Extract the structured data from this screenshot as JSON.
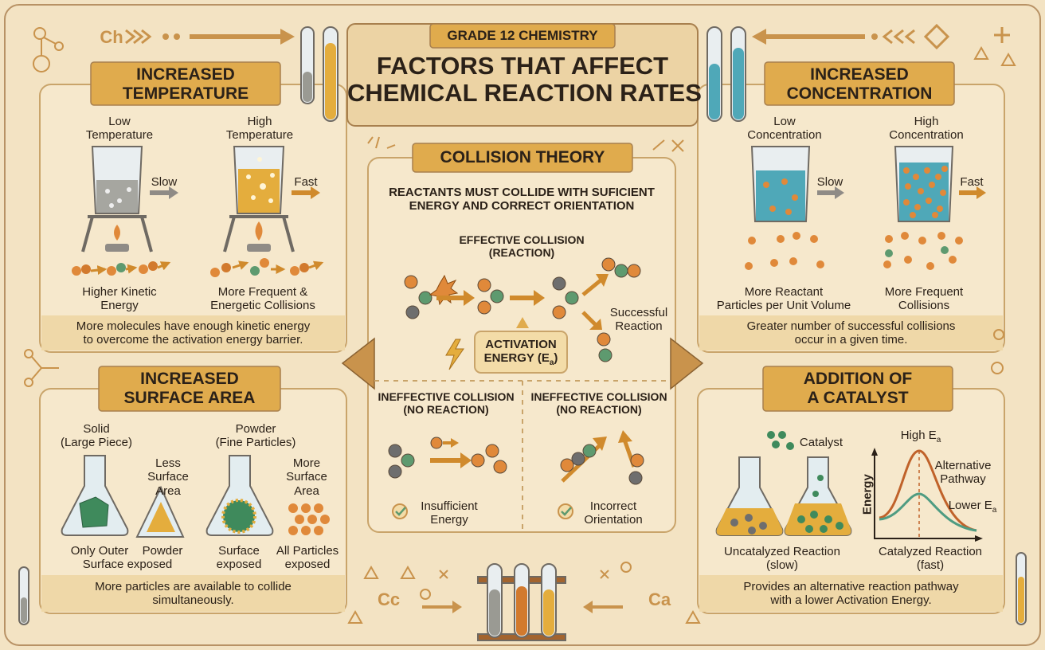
{
  "header": {
    "grade": "GRADE 12 CHEMISTRY",
    "title_line1": "FACTORS THAT AFFECT",
    "title_line2": "CHEMICAL REACTION RATES"
  },
  "deco": {
    "ch": "Ch",
    "cc": "Cc",
    "ca": "Ca"
  },
  "temperature": {
    "title_line1": "INCREASED",
    "title_line2": "TEMPERATURE",
    "low_label_1": "Low",
    "low_label_2": "Temperature",
    "high_label_1": "High",
    "high_label_2": "Temperature",
    "slow": "Slow",
    "fast": "Fast",
    "caption_left_1": "Higher Kinetic",
    "caption_left_2": "Energy",
    "caption_right_1": "More Frequent &",
    "caption_right_2": "Energetic Collisions",
    "footer_1": "More molecules have enough kinetic energy",
    "footer_2": "to overcome the activation energy barrier."
  },
  "concentration": {
    "title_line1": "INCREASED",
    "title_line2": "CONCENTRATION",
    "low_label_1": "Low",
    "low_label_2": "Concentration",
    "high_label_1": "High",
    "high_label_2": "Concentration",
    "slow": "Slow",
    "fast": "Fast",
    "caption_left_1": "More Reactant",
    "caption_left_2": "Particles per Unit Volume",
    "caption_right_1": "More Frequent",
    "caption_right_2": "Collisions",
    "footer_1": "Greater number of successful collisions",
    "footer_2": "occur in a given time."
  },
  "collision": {
    "title": "COLLISION THEORY",
    "subtitle_1": "REACTANTS MUST COLLIDE WITH SUFICIENT",
    "subtitle_2": "ENERGY AND CORRECT ORIENTATION",
    "effective_1": "EFFECTIVE COLLISION",
    "effective_2": "(REACTION)",
    "successful_1": "Successful",
    "successful_2": "Reaction",
    "activation_1": "ACTIVATION",
    "activation_2": "ENERGY (E",
    "activation_sub": "a",
    "activation_3": ")",
    "ineffective_left_1": "INEFFECTIVE COLLISION",
    "ineffective_left_2": "(NO REACTION)",
    "ineffective_right_1": "INEFFECTIVE COLLISION",
    "ineffective_right_2": "(NO REACTION)",
    "insufficient_1": "Insufficient",
    "insufficient_2": "Energy",
    "incorrect_1": "Incorrect",
    "incorrect_2": "Orientation"
  },
  "surface": {
    "title_line1": "INCREASED",
    "title_line2": "SURFACE AREA",
    "solid_1": "Solid",
    "solid_2": "(Large Piece)",
    "powder_1": "Powder",
    "powder_2": "(Fine Particles)",
    "less_1": "Less",
    "less_2": "Surface",
    "less_3": "Area",
    "more_1": "More",
    "more_2": "Surface",
    "more_3": "Area",
    "cap1_1": "Only Outer",
    "cap1_2": "Surface exposed",
    "cap2": "Powder",
    "cap3_1": "Surface",
    "cap3_2": "exposed",
    "cap4_1": "All Particles",
    "cap4_2": "exposed",
    "footer_1": "More particles are available to collide",
    "footer_2": "simultaneously."
  },
  "catalyst": {
    "title_line1": "ADDITION OF",
    "title_line2": "A CATALYST",
    "catalyst_label": "Catalyst",
    "high_ea": "High E",
    "high_ea_sub": "a",
    "alt_1": "Alternative",
    "alt_2": "Pathway",
    "lower_ea": "Lower E",
    "lower_ea_sub": "a",
    "energy_axis": "Energy",
    "uncat_1": "Uncatalyzed Reaction",
    "uncat_2": "(slow)",
    "cat_1": "Catalyzed Reaction",
    "cat_2": "(fast)",
    "footer_1": "Provides an alternative reaction pathway",
    "footer_2": "with a lower Activation Energy."
  },
  "colors": {
    "background": "#f3e3c3",
    "panel": "#f6e8cc",
    "banner": "#e0ab4d",
    "orange": "#e0893a",
    "green": "#5e9a6f",
    "dark": "#3a3a3a",
    "blue_liquid": "#4fa8b8",
    "gold_liquid": "#e4ad3d"
  }
}
